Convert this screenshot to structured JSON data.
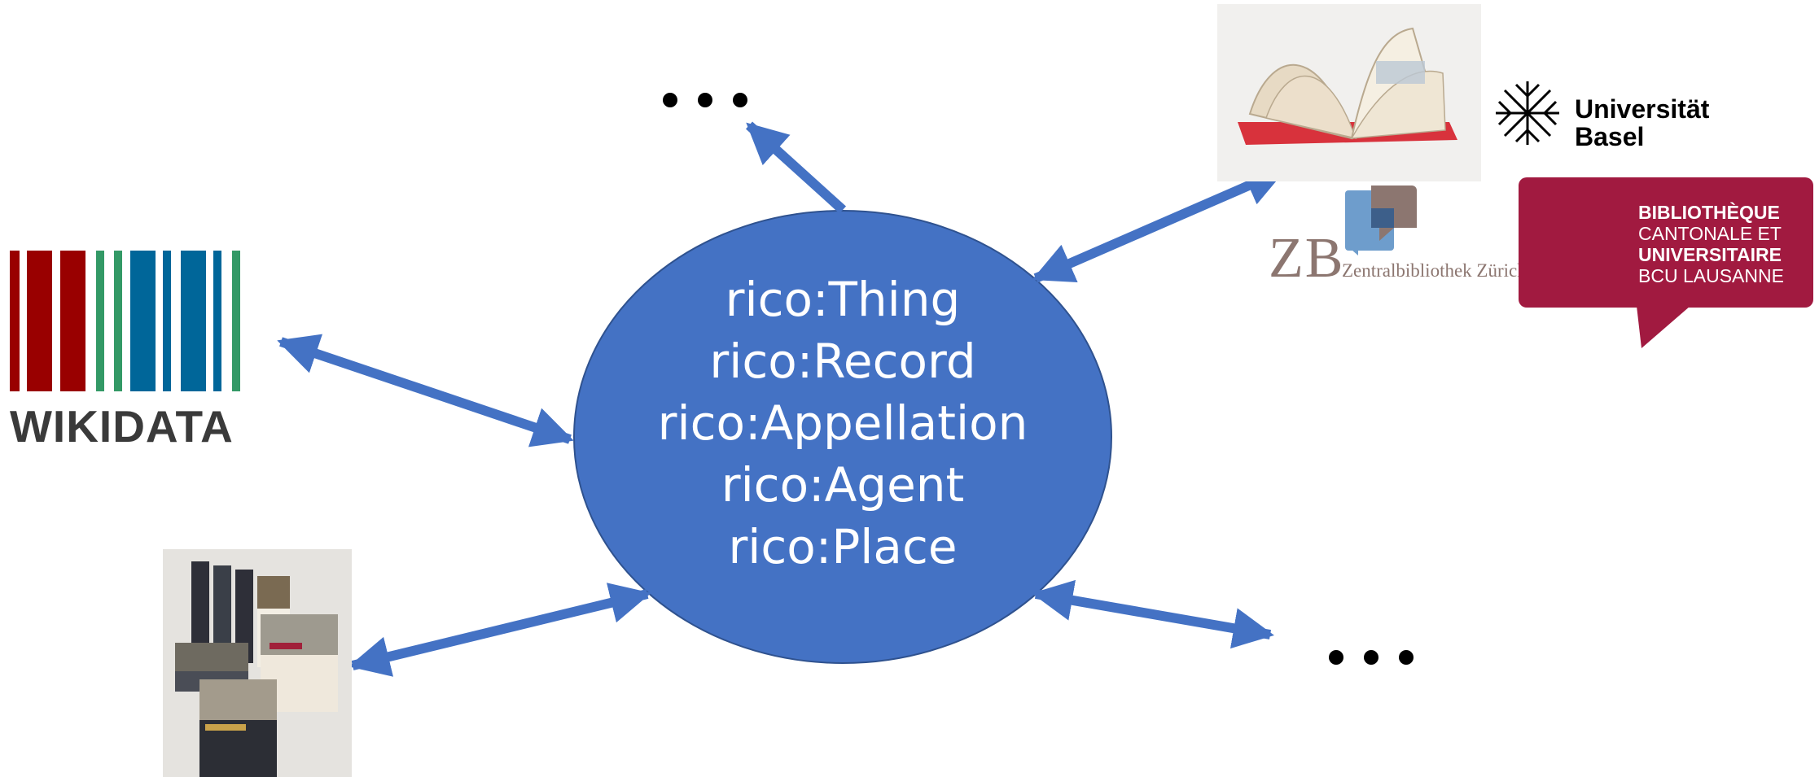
{
  "ellipse": {
    "lines": [
      "rico:Thing",
      "rico:Record",
      "rico:Appellation",
      "rico:Agent",
      "rico:Place"
    ],
    "fill": "#4472c4"
  },
  "more_top": "...",
  "more_bottom_right": "...",
  "wikidata": {
    "word": "WIKIDATA",
    "colors": [
      "#990000",
      "#339966",
      "#006699"
    ]
  },
  "basel": {
    "line1": "Universität",
    "line2": "Basel"
  },
  "zb": {
    "letters": "ZB",
    "name": "Zentralbibliothek Zürich"
  },
  "bcu": {
    "lines": [
      "BIBLIOTHÈQUE",
      "CANTONALE ET",
      "UNIVERSITAIRE",
      "BCU LAUSANNE"
    ],
    "color": "#a11a40"
  },
  "arrow_color": "#4472c4"
}
